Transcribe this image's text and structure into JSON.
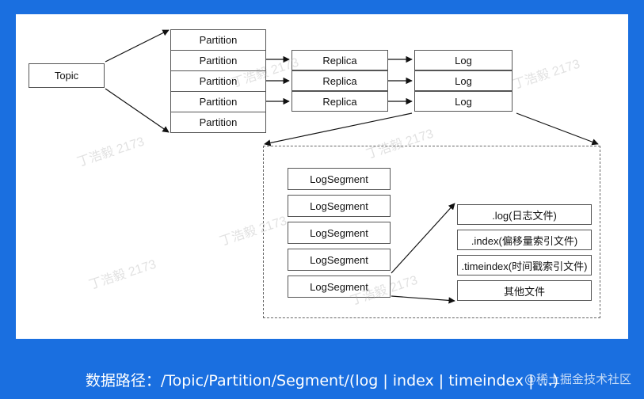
{
  "topic": "Topic",
  "partitions": [
    "Partition",
    "Partition",
    "Partition",
    "Partition",
    "Partition"
  ],
  "replicas": [
    "Replica",
    "Replica",
    "Replica"
  ],
  "logs": [
    "Log",
    "Log",
    "Log"
  ],
  "segments": [
    "LogSegment",
    "LogSegment",
    "LogSegment",
    "LogSegment",
    "LogSegment"
  ],
  "files": [
    ".log(日志文件)",
    ".index(偏移量索引文件)",
    ".timeindex(时间戳索引文件)",
    "其他文件"
  ],
  "watermark": "丁浩毅 2173",
  "caption": "数据路径：/Topic/Partition/Segment/(log | index | timeindex | ...)",
  "footer_brand": "@稀土掘金技术社区",
  "colors": {
    "background": "#1a6fe0",
    "panel": "#ffffff",
    "border": "#555555"
  }
}
